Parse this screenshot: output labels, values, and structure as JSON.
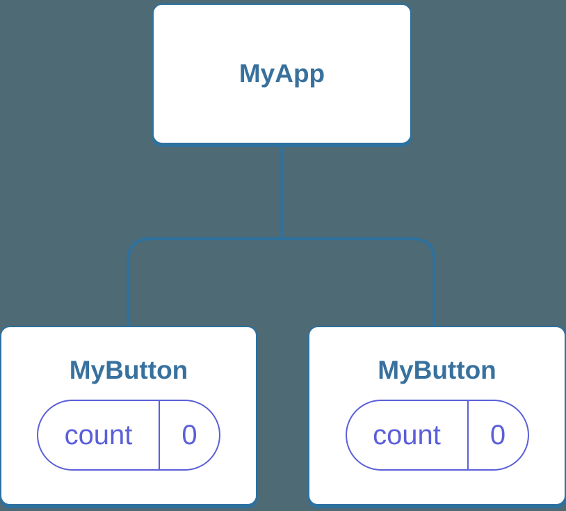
{
  "diagram": {
    "type": "component-tree",
    "background_color": "#4d6a75",
    "stroke_color": "#2d719f",
    "node_background_color": "#ffffff",
    "title_color": "#38719e",
    "state_color": "#5b5fd9",
    "root": {
      "label": "MyApp"
    },
    "children": [
      {
        "label": "MyButton",
        "state": {
          "key": "count",
          "value": "0"
        }
      },
      {
        "label": "MyButton",
        "state": {
          "key": "count",
          "value": "0"
        }
      }
    ]
  }
}
